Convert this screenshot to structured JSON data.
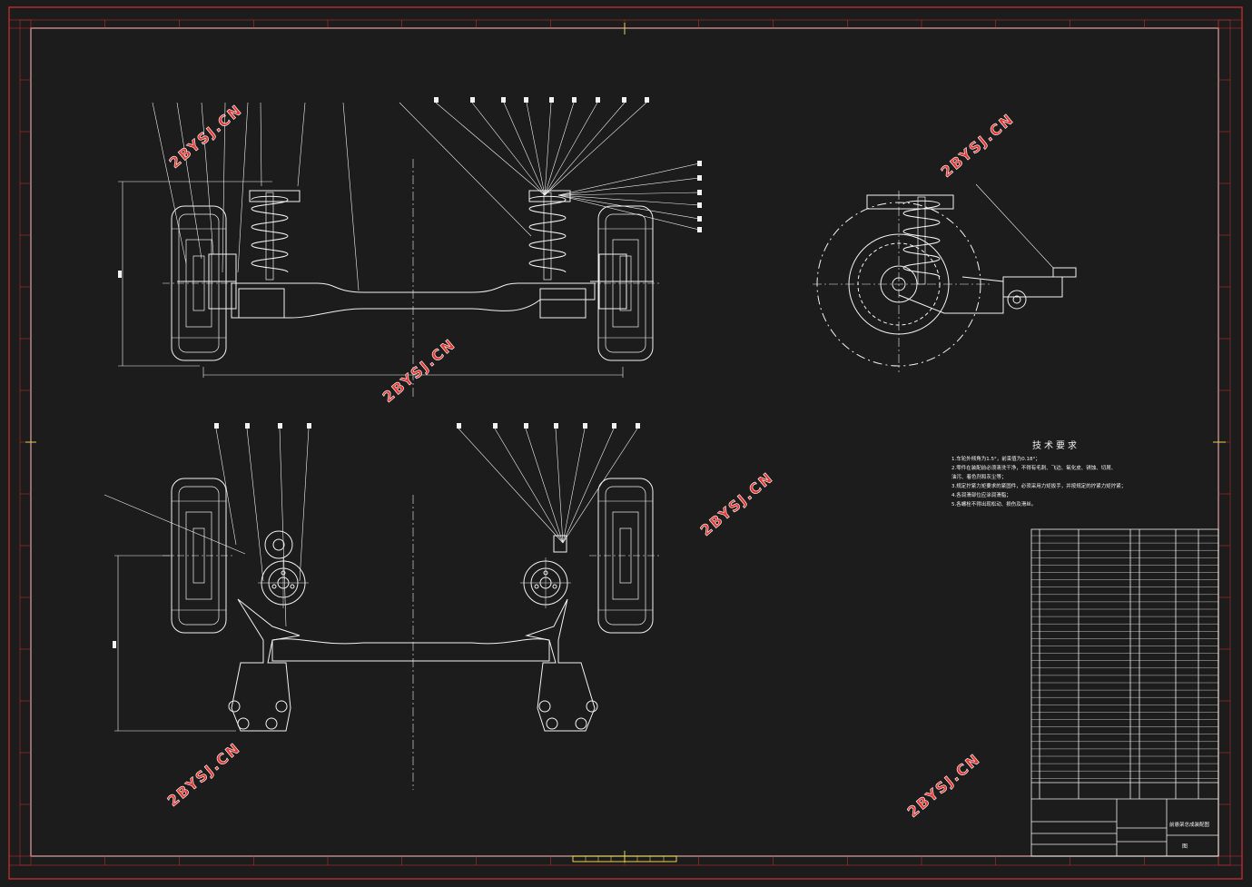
{
  "drawing": {
    "title": "前悬架总成装配图",
    "tech_requirements": {
      "title": "技术要求",
      "lines": [
        "1.车轮外倾角为1.5°，前束值为0.18°；",
        "2.零件在装配前必须清洗干净，不得有毛刺、飞边、氧化皮、锈蚀、切屑、",
        "油污、着色剂和灰尘等；",
        "3.规定拧紧力矩要求的紧固件，必须采用力矩扳手，并按规定的拧紧力矩拧紧；",
        "4.各润滑部位应涂润滑脂；",
        "5.各螺栓不得出现松动、损伤及滑丝。"
      ]
    },
    "watermark": "2BYSJ.CN",
    "drawing_number": "图"
  },
  "colors": {
    "background": "#1c1c1c",
    "outer_border": "#d32f2f",
    "lines": "#f2f2f2",
    "center_marks": "#e8d44d",
    "watermark": "#e53935"
  }
}
